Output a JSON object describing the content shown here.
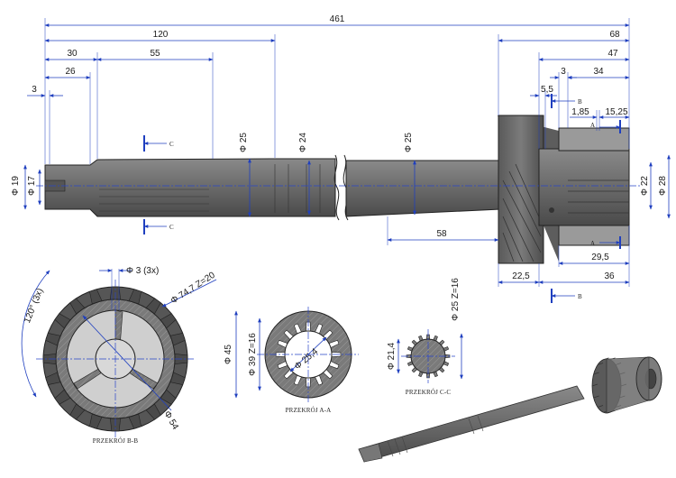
{
  "dimensions": {
    "overall": "461",
    "d120": "120",
    "d30": "30",
    "d26": "26",
    "d55": "55",
    "d3_left": "3",
    "d68": "68",
    "d47": "47",
    "d3_right": "3",
    "d34": "34",
    "d5_5": "5,5",
    "d1_85": "1,85",
    "d15_25": "15,25",
    "d58": "58",
    "d29_5": "29,5",
    "d22_5": "22,5",
    "d36": "36",
    "dia19": "Φ 19",
    "dia17": "Φ 17",
    "dia25_a": "Φ 25",
    "dia24": "Φ 24",
    "dia25_b": "Φ 25",
    "dia22": "Φ 22",
    "dia28": "Φ 28",
    "hole": "Φ 3  (3x)",
    "gear_od": "Φ 74,7  Z=20",
    "angle": "120° (3x)",
    "bore54": "Φ 54",
    "spline45": "Φ 45",
    "spline39": "Φ 39  Z=16",
    "spline25_4": "Φ 25,4",
    "shaft25": "Φ 25  Z=16",
    "shaft21_4": "Φ 21,4"
  },
  "markers": {
    "sec_c": "C",
    "sec_b": "B",
    "sec_a": "A"
  },
  "captions": {
    "bb": "PRZEKRÓJ B-B",
    "aa": "PRZEKRÓJ A-A",
    "cc": "PRZEKRÓJ C-C"
  },
  "colors": {
    "metal": "#6d6d6d",
    "dimension": "#1f3fbf",
    "outline": "#222222"
  }
}
